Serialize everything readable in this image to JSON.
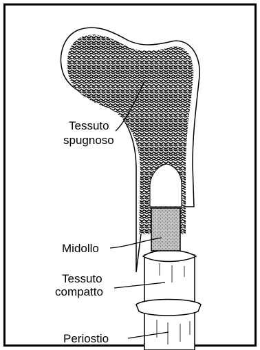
{
  "labels": {
    "spongy_line1": "Tessuto",
    "spongy_line2": "spugnoso",
    "marrow": "Midollo",
    "compact_line1": "Tessuto",
    "compact_line2": "compatto",
    "periosteum": "Periostio"
  },
  "colors": {
    "outline": "#000000",
    "bone_fill": "#ffffff",
    "marrow_fill": "#bdbdbd"
  }
}
